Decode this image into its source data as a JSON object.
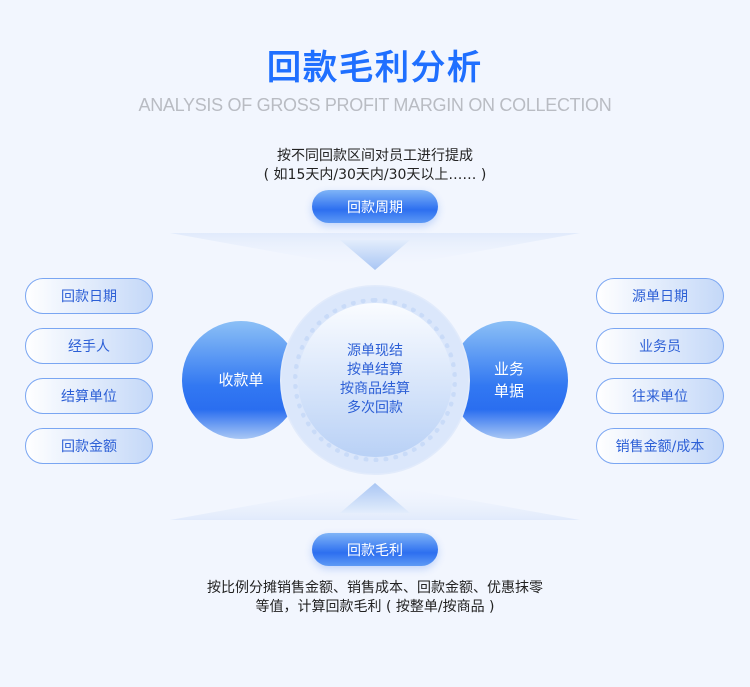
{
  "header": {
    "title": "回款毛利分析",
    "subtitle": "ANALYSIS OF GROSS PROFIT MARGIN ON COLLECTION"
  },
  "top": {
    "desc_line1": "按不同回款区间对员工进行提成",
    "desc_line2": "( 如15天内/30天内/30天以上…… )",
    "pill": "回款周期"
  },
  "left": {
    "items": [
      "回款日期",
      "经手人",
      "结算单位",
      "回款金额"
    ],
    "circle": "收款单"
  },
  "right": {
    "items": [
      "源单日期",
      "业务员",
      "往来单位",
      "销售金额/成本"
    ],
    "circle_line1": "业务",
    "circle_line2": "单据"
  },
  "center": {
    "lines": [
      "源单现结",
      "按单结算",
      "按商品结算",
      "多次回款"
    ]
  },
  "bottom": {
    "pill": "回款毛利",
    "desc_line1": "按比例分摊销售金额、销售成本、回款金额、优惠抹零",
    "desc_line2": "等值，计算回款毛利 ( 按整单/按商品 )"
  },
  "colors": {
    "accent": "#1f6fff",
    "pill_blue": "#2d6ff0",
    "background": "#f2f6fe"
  }
}
